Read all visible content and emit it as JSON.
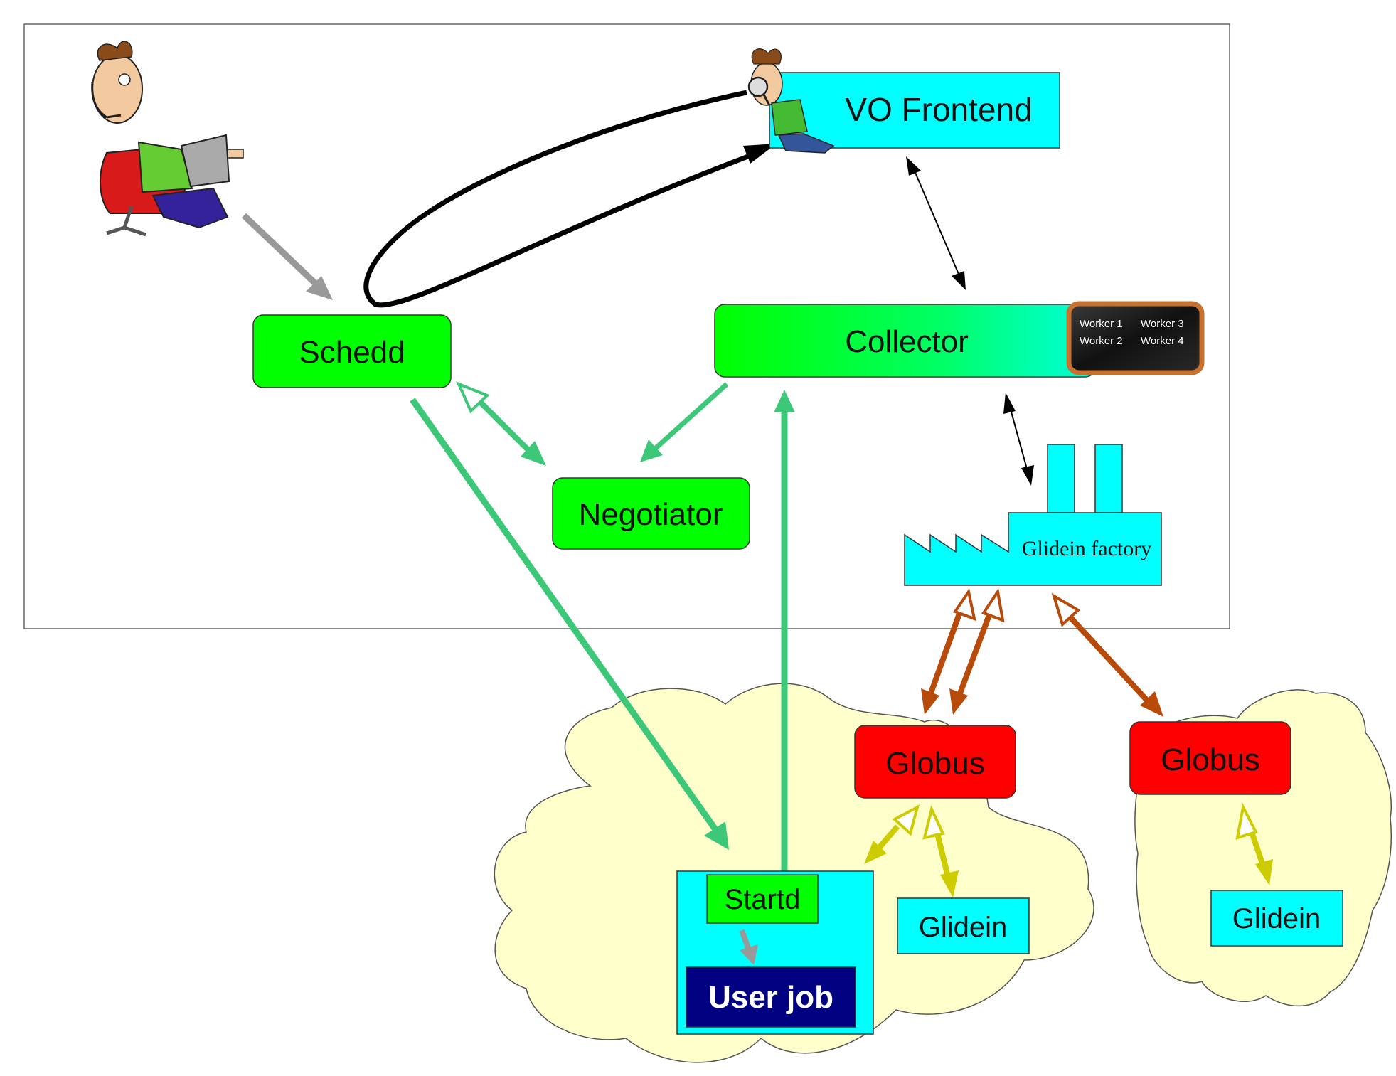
{
  "colors": {
    "component_green": "#00ff00",
    "cyan": "#00ffff",
    "globus_red": "#ff0000",
    "user_job_navy": "#000080",
    "cloud_fill": "#ffffcc",
    "flow_green": "#3cc878",
    "flow_brown": "#b84a0a",
    "flow_yellow": "#cccc00",
    "flow_gray": "#999999",
    "worker_panel_border": "#c8702d"
  },
  "nodes": {
    "vo_frontend": "VO Frontend",
    "schedd": "Schedd",
    "collector": "Collector",
    "negotiator": "Negotiator",
    "glidein_factory": "Glidein factory",
    "globus_1": "Globus",
    "globus_2": "Globus",
    "startd": "Startd",
    "user_job": "User job",
    "glidein_1": "Glidein",
    "glidein_2": "Glidein"
  },
  "workers": [
    "Worker 1",
    "Worker 3",
    "Worker 2",
    "Worker 4"
  ],
  "icons": [
    "user-at-laptop-icon",
    "person-with-magnifier-icon",
    "factory-icon",
    "cloud-icon"
  ]
}
